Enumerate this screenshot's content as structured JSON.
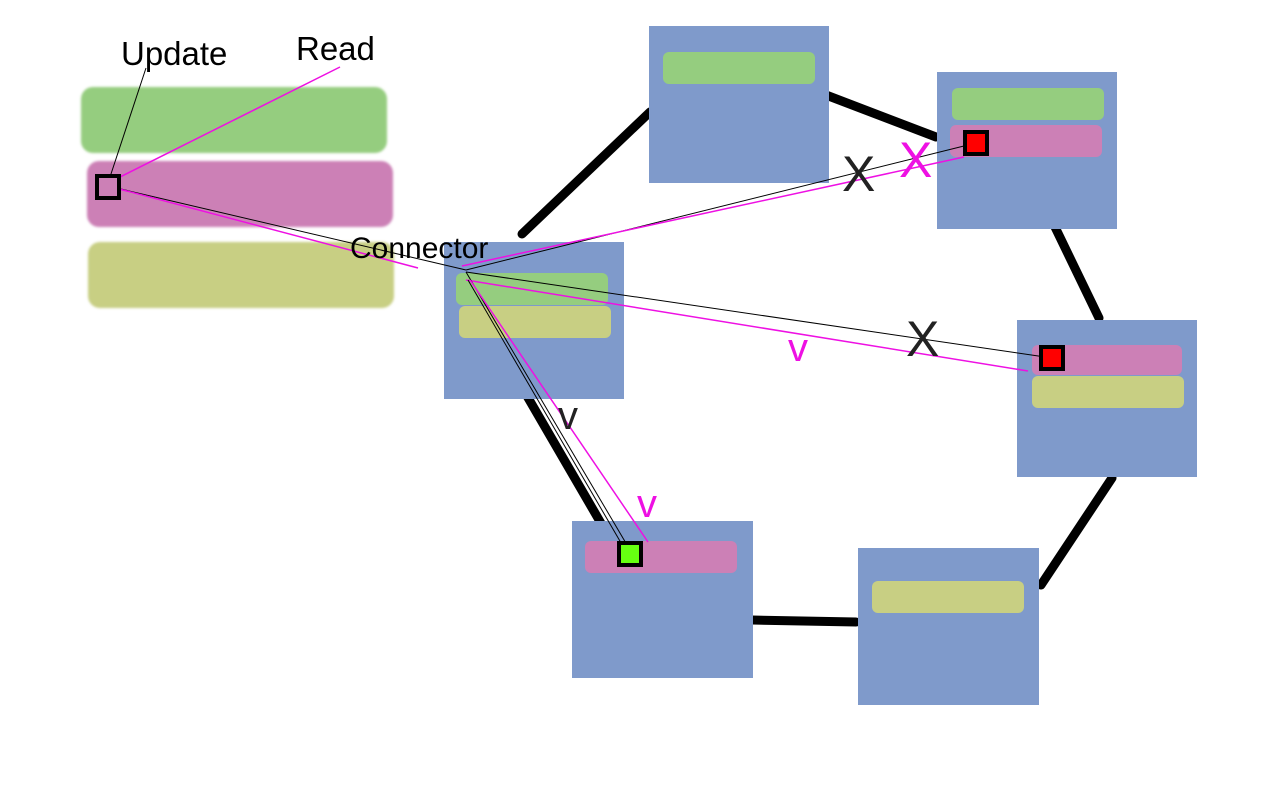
{
  "labels": {
    "update": "Update",
    "read": "Read",
    "connector": "Connector"
  },
  "marks": {
    "node_top_right_update": "X",
    "node_top_right_read": "X",
    "node_right_update": "X",
    "node_right_read": "v",
    "node_bottom_update": "v",
    "node_bottom_read": "v"
  },
  "colors": {
    "node": "#7f9acb",
    "green_bar": "#95cd7f",
    "pink_bar": "#cc80b6",
    "yellow_bar": "#c8cf83",
    "read_line": "#ee10e3",
    "update_line": "#000000",
    "status_fail": "#ff0000",
    "status_ok": "#66ff11"
  }
}
